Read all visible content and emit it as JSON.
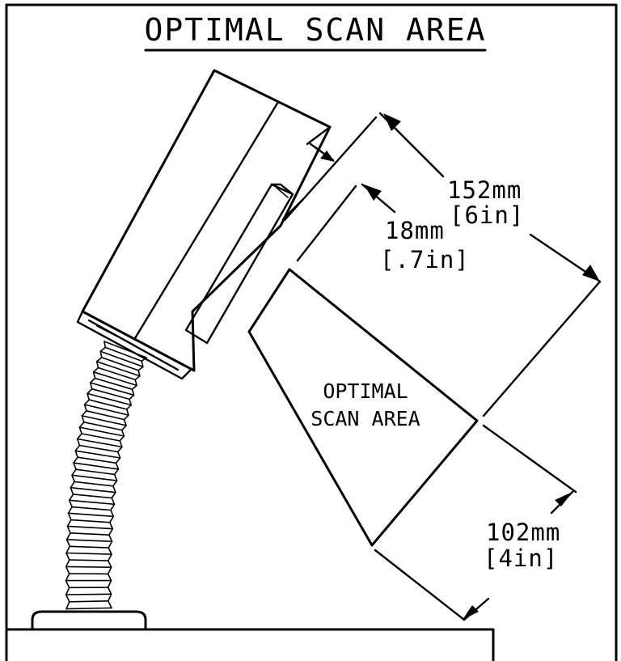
{
  "title": "OPTIMAL SCAN AREA",
  "area_label": {
    "line1": "OPTIMAL",
    "line2": "SCAN AREA"
  },
  "dimensions": {
    "depth_mm": "152mm",
    "depth_in": "[6in]",
    "offset_mm": "18mm",
    "offset_in": "[.7in]",
    "width_mm": "102mm",
    "width_in": "[4in]"
  },
  "icons": {
    "scanner": "scanner-head-icon",
    "neck": "flexible-neck-icon",
    "base": "scanner-base-icon"
  },
  "colors": {
    "line": "#000000",
    "background": "#ffffff"
  }
}
